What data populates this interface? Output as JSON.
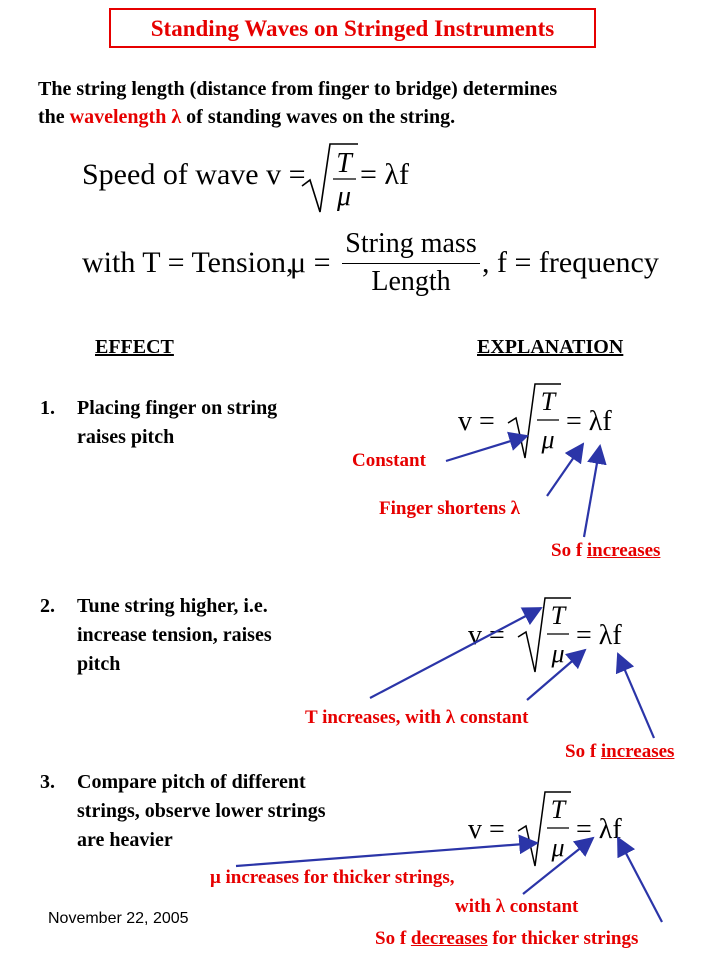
{
  "title": "Standing Waves on Stringed Instruments",
  "intro": {
    "line1": "The string length (distance from finger to bridge) determines",
    "line2_pre": "the ",
    "line2_red": "wavelength λ",
    "line2_post": " of standing waves on the string."
  },
  "equation1": {
    "lhs": "Speed of wave v =",
    "T": "T",
    "mu": "μ",
    "rhs": "= λf"
  },
  "equation2": {
    "pre": "with T = Tension,",
    "mu_eq": "μ =",
    "num": "String mass",
    "den": "Length",
    "post": ", f = frequency"
  },
  "headers": {
    "effect": "EFFECT",
    "explanation": "EXPLANATION"
  },
  "formula": {
    "v": "v =",
    "T": "T",
    "mu": "μ",
    "rhs": "= λf"
  },
  "items": [
    {
      "num": "1.",
      "lines": [
        "Placing finger on string",
        "raises pitch"
      ],
      "labels": {
        "a": "Constant",
        "b": "Finger shortens λ",
        "c_pre": "So f ",
        "c_u": "increases"
      }
    },
    {
      "num": "2.",
      "lines": [
        "Tune string higher, i.e.",
        "increase tension, raises",
        "pitch"
      ],
      "labels": {
        "a": "T increases, with λ constant",
        "c_pre": "So f ",
        "c_u": "increases"
      }
    },
    {
      "num": "3.",
      "lines": [
        "Compare pitch of different",
        "strings, observe lower strings",
        "are heavier"
      ],
      "labels": {
        "a": "μ increases for thicker strings,",
        "b": "with λ constant",
        "c_pre": "So f ",
        "c_u": "decreases",
        "c_post": " for thicker strings"
      }
    }
  ],
  "footer": "November 22, 2005",
  "colors": {
    "accent": "#e60000",
    "arrow": "#2b35a8"
  }
}
